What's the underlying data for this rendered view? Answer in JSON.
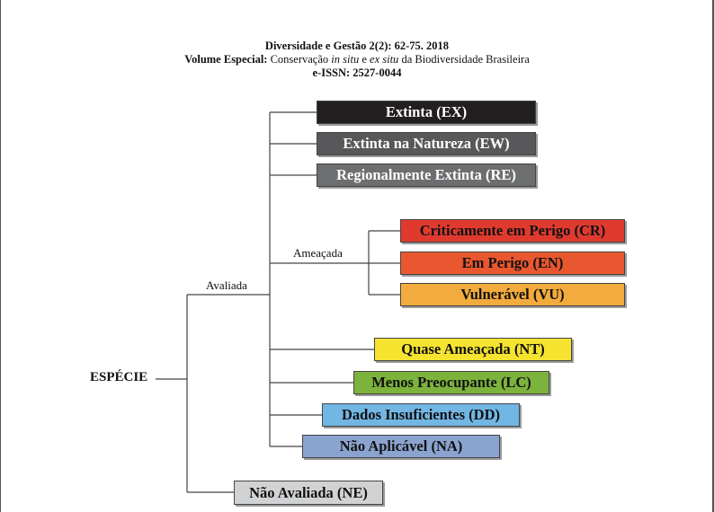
{
  "header": {
    "line1": "Diversidade e Gestão 2(2): 62-75. 2018",
    "line2_prefix": "Volume Especial:",
    "line2_a": " Conservação ",
    "line2_in_situ": "in situ",
    "line2_b": " e ",
    "line2_ex_situ": "ex situ",
    "line2_c": " da Biodiversidade Brasileira",
    "line3": "e-ISSN: 2527-0044"
  },
  "diagram": {
    "root": "ESPÉCIE",
    "evaluated": "Avaliada",
    "threatened": "Ameaçada",
    "categories": {
      "ex": {
        "label": "Extinta (EX)",
        "color": "#231f20"
      },
      "ew": {
        "label": "Extinta na Natureza (EW)",
        "color": "#58585a"
      },
      "re": {
        "label": "Regionalmente Extinta (RE)",
        "color": "#6d6e70"
      },
      "cr": {
        "label": "Criticamente em Perigo (CR)",
        "color": "#e03a2f"
      },
      "en": {
        "label": "Em Perigo (EN)",
        "color": "#e8572f"
      },
      "vu": {
        "label": "Vulnerável (VU)",
        "color": "#f2ab3c"
      },
      "nt": {
        "label": "Quase Ameaçada (NT)",
        "color": "#f6e330"
      },
      "lc": {
        "label": "Menos Preocupante (LC)",
        "color": "#7cb33c"
      },
      "dd": {
        "label": "Dados Insuficientes (DD)",
        "color": "#72b6e3"
      },
      "na": {
        "label": "Não Aplicável (NA)",
        "color": "#8ba3cf"
      },
      "ne": {
        "label": "Não Avaliada (NE)",
        "color": "#d1d2d4"
      }
    },
    "line_color": "#444444"
  }
}
